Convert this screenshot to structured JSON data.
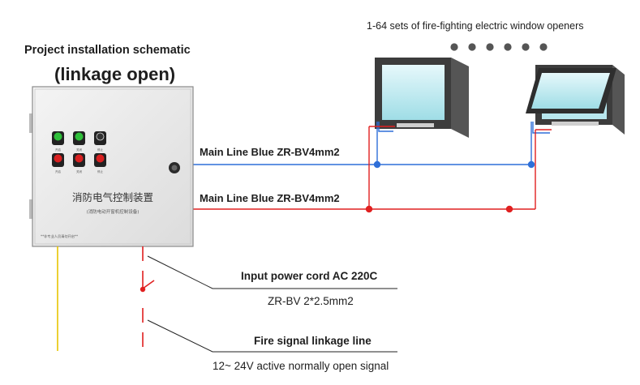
{
  "header": {
    "title": "Project installation schematic",
    "subtitle": "(linkage open)"
  },
  "windows": {
    "caption": "1-64 sets of fire-fighting electric window openers"
  },
  "control_box": {
    "name": "消防电气控制装置",
    "sub_name": "(消防电动开窗机控制设备)",
    "bottom_note": "**非专业人员请勿开启**",
    "button_labels": [
      "开启",
      "关闭",
      "停止",
      "开启",
      "关闭",
      "停止"
    ]
  },
  "lines": {
    "main_line_1": "Main Line Blue ZR-BV4mm2",
    "main_line_2": "Main Line Blue ZR-BV4mm2",
    "power_label": "Input power cord AC 220C",
    "power_spec": "ZR-BV 2*2.5mm2",
    "fire_label": "Fire signal linkage line",
    "fire_spec": "12~ 24V active normally open signal"
  },
  "colors": {
    "blue_wire": "#2f6fd8",
    "red_wire": "#e02020",
    "yellow_wire": "#e8c400",
    "button_green": "#2fbf3a",
    "button_red": "#d92020"
  }
}
